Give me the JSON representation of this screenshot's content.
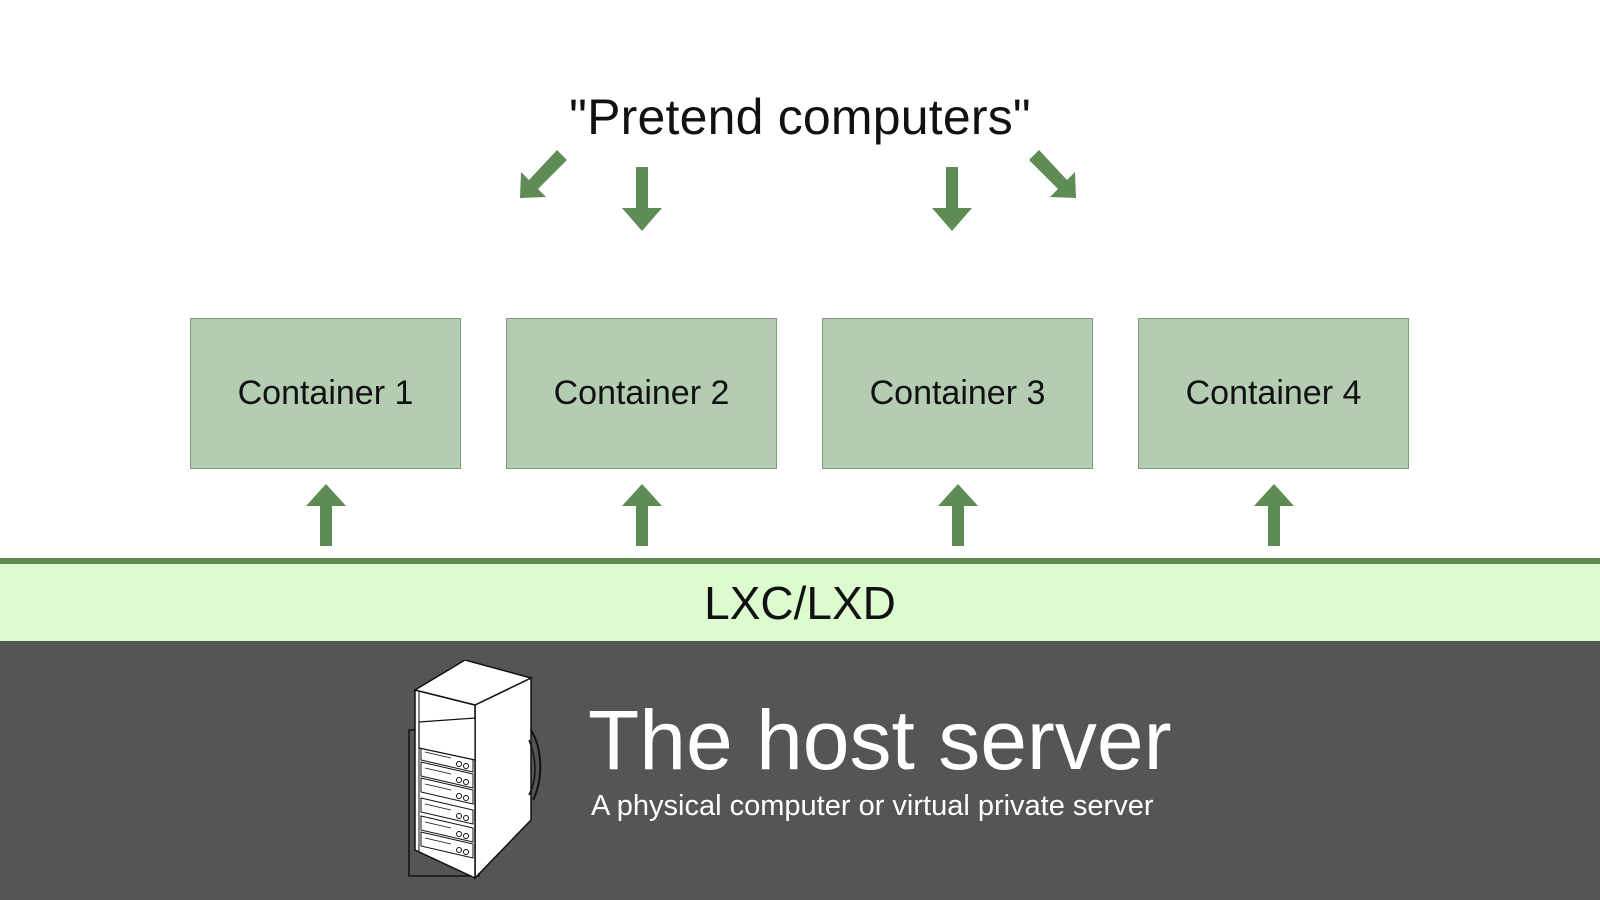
{
  "top_label": "\"Pretend computers\"",
  "containers": [
    {
      "label": "Container 1"
    },
    {
      "label": "Container 2"
    },
    {
      "label": "Container 3"
    },
    {
      "label": "Container 4"
    }
  ],
  "layer": {
    "label": "LXC/LXD"
  },
  "host": {
    "title": "The host server",
    "subtitle": "A physical computer or virtual private server"
  },
  "colors": {
    "arrow": "#5f8c55",
    "container_fill": "#b4ccb2",
    "layer_band": "#dcfcd0",
    "host_panel": "#555555"
  },
  "icons": [
    "arrow-down-left-icon",
    "arrow-down-icon",
    "arrow-down-right-icon",
    "arrow-up-icon",
    "server-rack-icon"
  ]
}
